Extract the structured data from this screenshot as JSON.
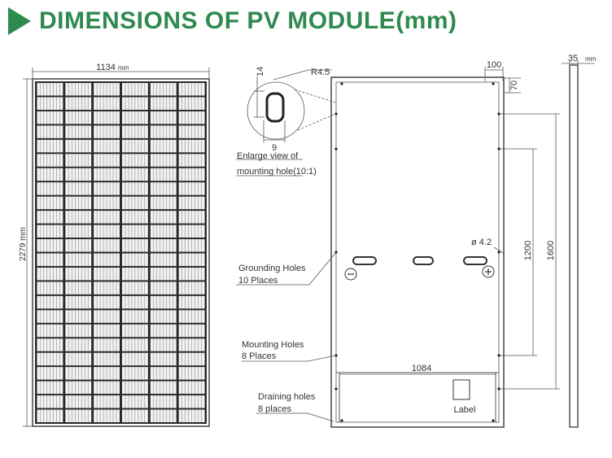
{
  "header": {
    "title": "DIMENSIONS OF PV MODULE(mm)",
    "accent_color": "#2f8a4f"
  },
  "front_view": {
    "width_value": "1134",
    "width_unit": "mm",
    "height_label": "2279 mm"
  },
  "mounting_hole_detail": {
    "radius_label": "R4.5",
    "height_label": "14",
    "width_label": "9",
    "caption_line1": "Enlarge view of",
    "caption_line2": "mounting hole(10:1)"
  },
  "rear_view": {
    "dim_100": "100",
    "dim_70": "70",
    "dim_1200": "1200",
    "dim_1600": "1600",
    "dim_1084": "1084",
    "diameter_label": "ø 4.2",
    "label_box": "Label",
    "minus_symbol": "−",
    "plus_symbol": "+",
    "callouts": {
      "grounding_line1": "Grounding Holes",
      "grounding_line2": "10 Places",
      "mounting_line1": "Mounting Holes",
      "mounting_line2": "8 Places",
      "draining_line1": "Draining holes",
      "draining_line2": "8 places"
    }
  },
  "side_view": {
    "thickness_value": "35",
    "thickness_unit": "mm"
  }
}
